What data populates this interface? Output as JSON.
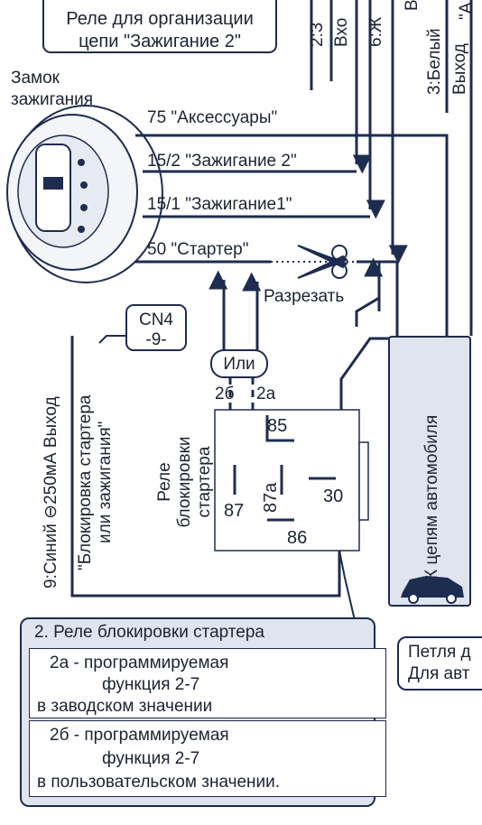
{
  "labels": {
    "relay_org_line1": "Реле для организации",
    "relay_org_line2": "цепи \"Зажигание 2\"",
    "lock_line1": "Замок",
    "lock_line2": "зажигания",
    "wire_75": "75 \"Аксессуары\"",
    "wire_152": "15/2 \"Зажигание 2\"",
    "wire_151": "15/1 \"Зажигание1\"",
    "wire_50": "50 \"Стартер\"",
    "cut": "Разрезать",
    "ili": "Или",
    "term_2b": "2б",
    "term_2a": "2а",
    "pin_85": "85",
    "pin_87": "87",
    "pin_87a": "87а",
    "pin_30": "30",
    "pin_86": "86",
    "relay_block_line1": "Реле",
    "relay_block_line2": "блокировки",
    "relay_block_line3": "стартера",
    "cn4_line1": "CN4",
    "cn4_line2": "-9-",
    "blue_out_line1": "9:Синий ⊖250мА Выход",
    "blue_out_line2": "\"Блокировка стартера",
    "blue_out_line3": "или зажигания\"",
    "car_chains": "К цепям автомобиля",
    "top_wire_2": "2:З",
    "top_wire_vkh": "Вхо",
    "top_wire_6": "6:Ж",
    "top_wire_b": "В",
    "top_wire_3": "3:Белый",
    "top_wire_exit": "Выход",
    "top_wire_a": "\"А"
  },
  "note_panel": {
    "title": "2. Реле блокировки стартера",
    "row_a_line1": "2а - программируемая",
    "row_a_line2": "функция 2-7",
    "row_a_line3": "в заводском значении",
    "row_b_line1": "2б - программируемая",
    "row_b_line2": "функция 2-7",
    "row_b_line3": "в пользовательском значении."
  },
  "right_note": {
    "line1": "Петля д",
    "line2": "Для авт"
  },
  "colors": {
    "wire": "#1e2c4f",
    "panel": "#dfe4ee",
    "text": "#1b2433"
  }
}
